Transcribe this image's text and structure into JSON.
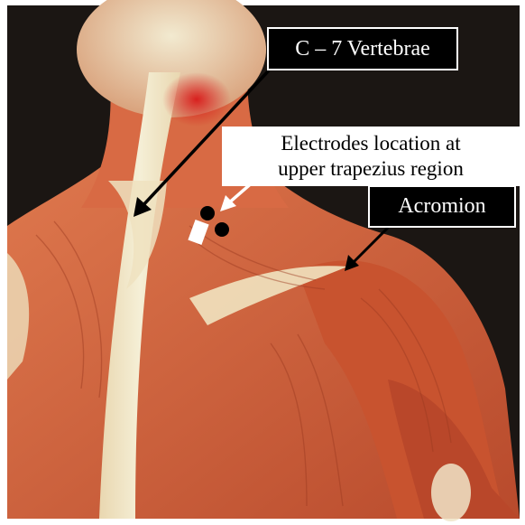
{
  "labels": {
    "c7": "C – 7 Vertebrae",
    "electrodes_line1": "Electrodes location at",
    "electrodes_line2": "upper trapezius region",
    "acromion": "Acromion"
  },
  "colors": {
    "background": "#1b1613",
    "muscle": "#d4623c",
    "muscle_dark": "#a83f24",
    "tendon": "#efe6c6",
    "highlight": "#cc1f1f",
    "label_box": "#000000",
    "label_text": "#ffffff",
    "electrode": "#000000",
    "arrow_black": "#000000",
    "arrow_white": "#ffffff"
  }
}
